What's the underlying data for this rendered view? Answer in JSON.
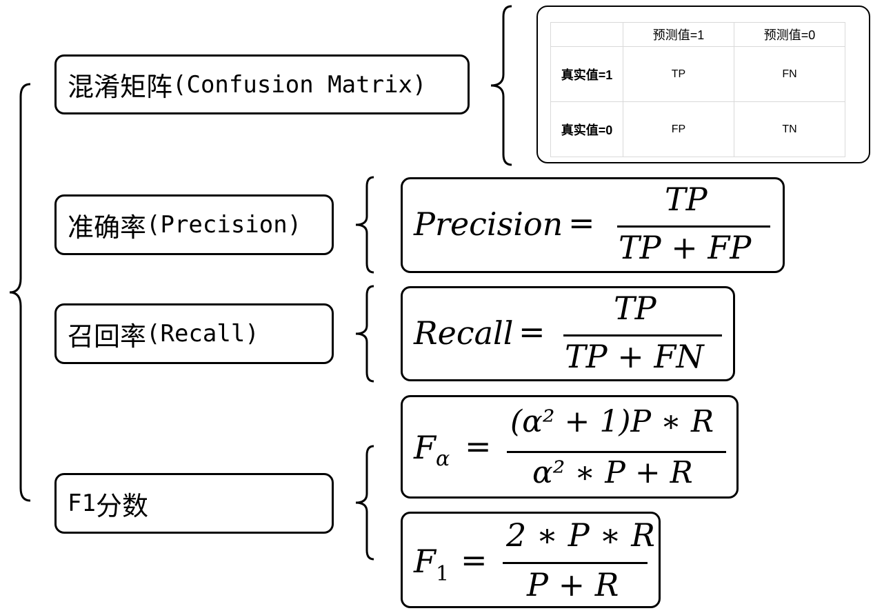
{
  "labels": {
    "confusion_cjk": "混淆矩阵",
    "confusion_en": "(Confusion Matrix)",
    "precision_cjk": "准确率",
    "precision_en": "(Precision)",
    "recall_cjk": "召回率",
    "recall_en": "(Recall)",
    "f1_en": "F1",
    "f1_cjk": "分数"
  },
  "confusion_matrix": {
    "col_headers": [
      "预测值=1",
      "预测值=0"
    ],
    "rows": [
      {
        "header": "真实值=1",
        "cells": [
          "TP",
          "FN"
        ]
      },
      {
        "header": "真实值=0",
        "cells": [
          "FP",
          "TN"
        ]
      }
    ]
  },
  "formulas": {
    "precision": {
      "lhs": "Precision",
      "eq": "=",
      "num": "TP",
      "den": "TP + FP"
    },
    "recall": {
      "lhs": "Recall",
      "eq": "=",
      "num": "TP",
      "den": "TP + FN"
    },
    "f_alpha": {
      "lhs_main": "F",
      "lhs_sub": "α",
      "eq": "=",
      "num": "(α² + 1)P ∗ R",
      "den": "α² ∗ P + R"
    },
    "f1": {
      "lhs_main": "F",
      "lhs_sub": "1",
      "eq": "=",
      "num": "2 ∗ P ∗ R",
      "den": "P + R"
    }
  }
}
